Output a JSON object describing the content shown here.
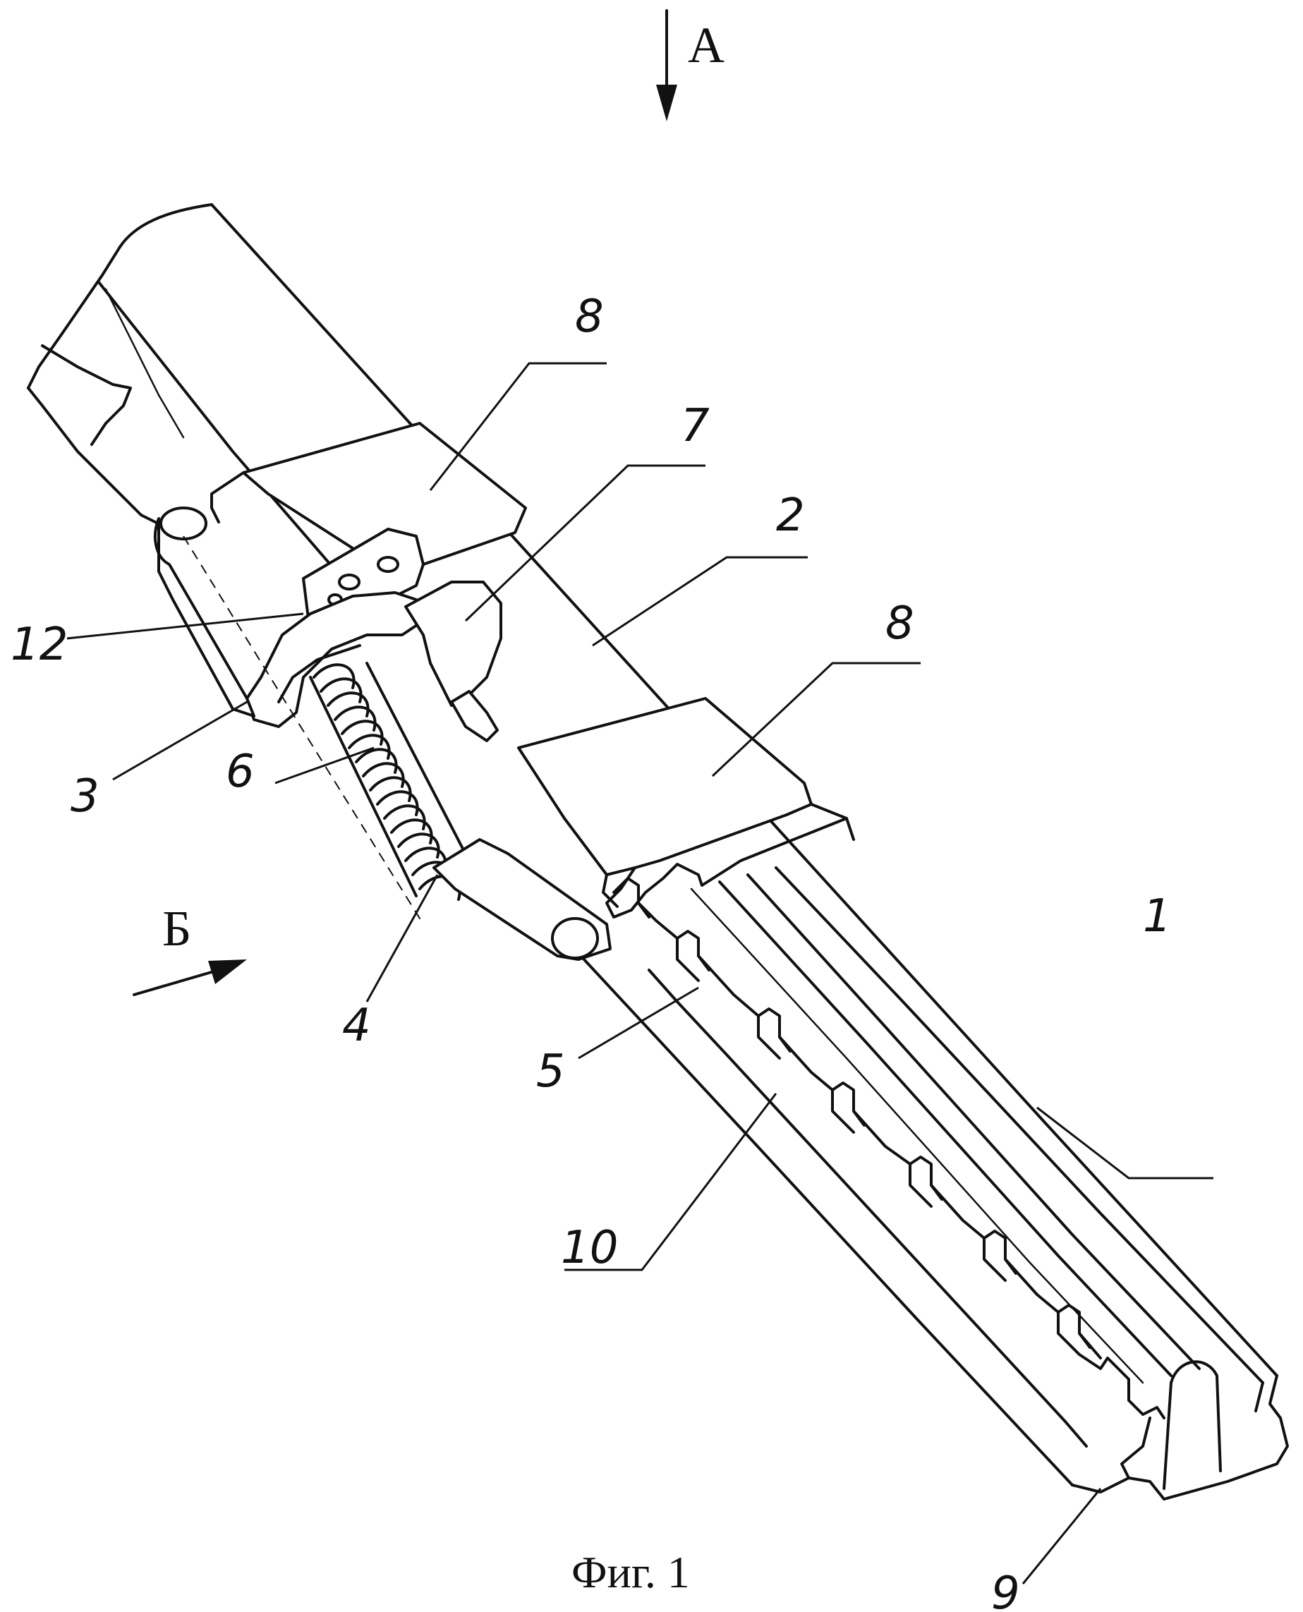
{
  "figure": {
    "caption": "Фиг. 1",
    "view_arrows": [
      {
        "id": "A",
        "label": "А"
      },
      {
        "id": "B",
        "label": "Б"
      }
    ],
    "callouts": [
      {
        "id": "c8a",
        "label": "8"
      },
      {
        "id": "c7",
        "label": "7"
      },
      {
        "id": "c2",
        "label": "2"
      },
      {
        "id": "c8b",
        "label": "8"
      },
      {
        "id": "c12",
        "label": "12"
      },
      {
        "id": "c3",
        "label": "3"
      },
      {
        "id": "c6",
        "label": "6"
      },
      {
        "id": "c4",
        "label": "4"
      },
      {
        "id": "c5",
        "label": "5"
      },
      {
        "id": "c1",
        "label": "1"
      },
      {
        "id": "c10",
        "label": "10"
      },
      {
        "id": "c9",
        "label": "9"
      }
    ]
  }
}
